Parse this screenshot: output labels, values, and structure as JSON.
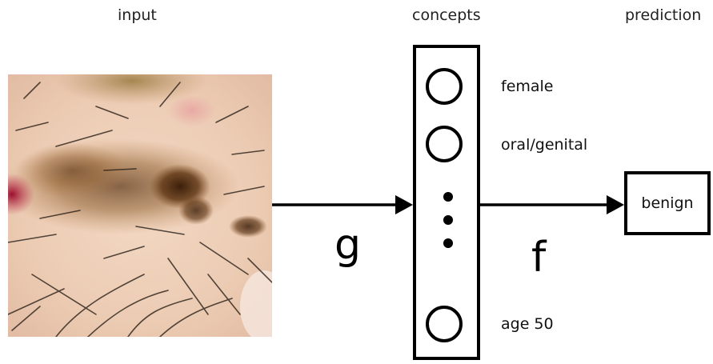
{
  "headings": {
    "input": "input",
    "concepts": "concepts",
    "prediction": "prediction"
  },
  "concepts": {
    "items": [
      "female",
      "oral/genital",
      "age 50"
    ]
  },
  "functions": {
    "g": "g",
    "f": "f"
  },
  "prediction": {
    "label": "benign"
  },
  "icons": {
    "input_image": "dermoscopy-skin-lesion-image"
  }
}
